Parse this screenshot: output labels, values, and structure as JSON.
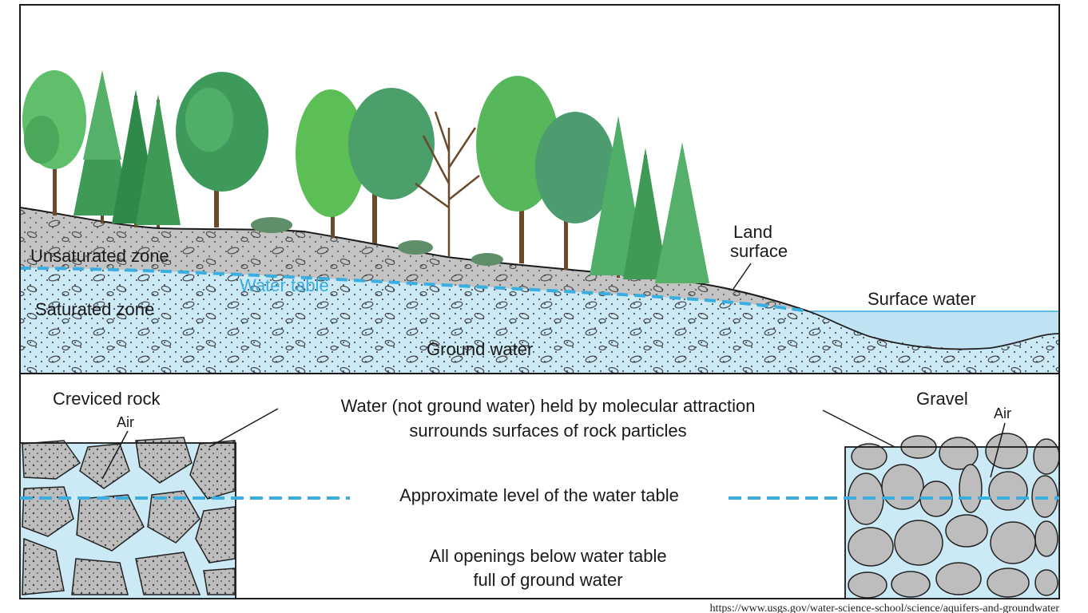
{
  "diagram": {
    "top_panel": {
      "labels": {
        "unsaturated_zone": "Unsaturated zone",
        "water_table": "Water table",
        "saturated_zone": "Saturated zone",
        "ground_water": "Ground water",
        "land_surface_line1": "Land",
        "land_surface_line2": "surface",
        "surface_water": "Surface water"
      }
    },
    "bottom_panel": {
      "labels": {
        "creviced_rock": "Creviced rock",
        "air_left": "Air",
        "gravel": "Gravel",
        "air_right": "Air",
        "molecular_line1": "Water (not ground water) held by molecular attraction",
        "molecular_line2": "surrounds surfaces of rock particles",
        "approx_level": "Approximate level of the water table",
        "openings_line1": "All openings below water table",
        "openings_line2": "full of ground water"
      }
    },
    "source_url": "https://www.usgs.gov/water-science-school/science/aquifers-and-groundwater",
    "colors": {
      "water": "#cce9f6",
      "water_table_line": "#3aaee0",
      "rock": "#bdbdbd",
      "tree_green": "#4aa85a",
      "border": "#1a1a1a"
    }
  }
}
